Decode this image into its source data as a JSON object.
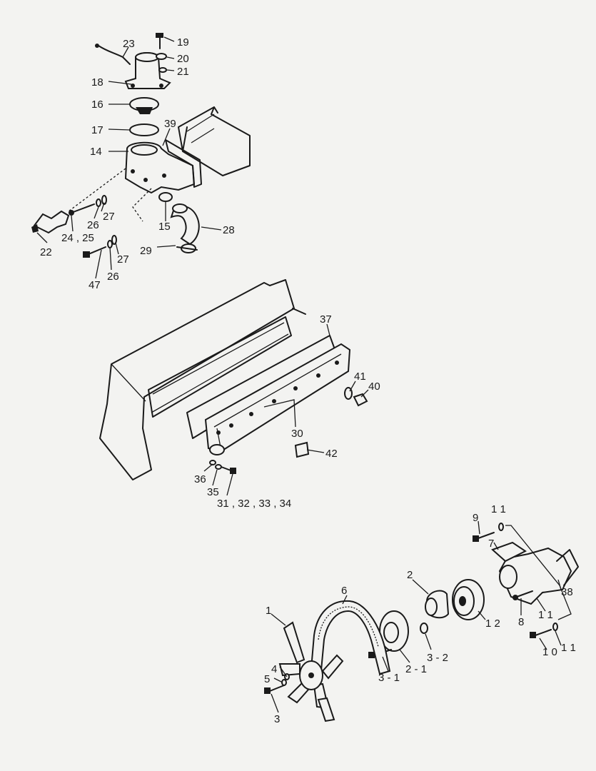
{
  "diagram": {
    "labels": [
      {
        "id": "l23",
        "text": "23"
      },
      {
        "id": "l19",
        "text": "19"
      },
      {
        "id": "l20",
        "text": "20"
      },
      {
        "id": "l21",
        "text": "21"
      },
      {
        "id": "l18",
        "text": "18"
      },
      {
        "id": "l16",
        "text": "16"
      },
      {
        "id": "l17",
        "text": "17"
      },
      {
        "id": "l39",
        "text": "39"
      },
      {
        "id": "l14",
        "text": "14"
      },
      {
        "id": "l27a",
        "text": "27"
      },
      {
        "id": "l26a",
        "text": "26"
      },
      {
        "id": "l2425",
        "text": "24 , 25"
      },
      {
        "id": "l15",
        "text": "15"
      },
      {
        "id": "l28",
        "text": "28"
      },
      {
        "id": "l22",
        "text": "22"
      },
      {
        "id": "l29",
        "text": "29"
      },
      {
        "id": "l27b",
        "text": "27"
      },
      {
        "id": "l26b",
        "text": "26"
      },
      {
        "id": "l47",
        "text": "47"
      },
      {
        "id": "l37",
        "text": "37"
      },
      {
        "id": "l41",
        "text": "41"
      },
      {
        "id": "l40",
        "text": "40"
      },
      {
        "id": "l30",
        "text": "30"
      },
      {
        "id": "l42",
        "text": "42"
      },
      {
        "id": "l36",
        "text": "36"
      },
      {
        "id": "l35",
        "text": "35"
      },
      {
        "id": "l31",
        "text": "31 , 32 , 33 , 34"
      },
      {
        "id": "l9",
        "text": "9"
      },
      {
        "id": "l11a",
        "text": "1 1"
      },
      {
        "id": "l7",
        "text": "7"
      },
      {
        "id": "l38",
        "text": "38"
      },
      {
        "id": "l6",
        "text": "6"
      },
      {
        "id": "l2",
        "text": "2"
      },
      {
        "id": "l1",
        "text": "1"
      },
      {
        "id": "l12",
        "text": "1 2"
      },
      {
        "id": "l8",
        "text": "8"
      },
      {
        "id": "l11b",
        "text": "1 1"
      },
      {
        "id": "l11c",
        "text": "1 1"
      },
      {
        "id": "l10",
        "text": "1 0"
      },
      {
        "id": "l32",
        "text": "3 - 2"
      },
      {
        "id": "l21b",
        "text": "2 - 1"
      },
      {
        "id": "l31b",
        "text": "3 - 1"
      },
      {
        "id": "l4",
        "text": "4"
      },
      {
        "id": "l5",
        "text": "5"
      },
      {
        "id": "l3",
        "text": "3"
      }
    ]
  }
}
